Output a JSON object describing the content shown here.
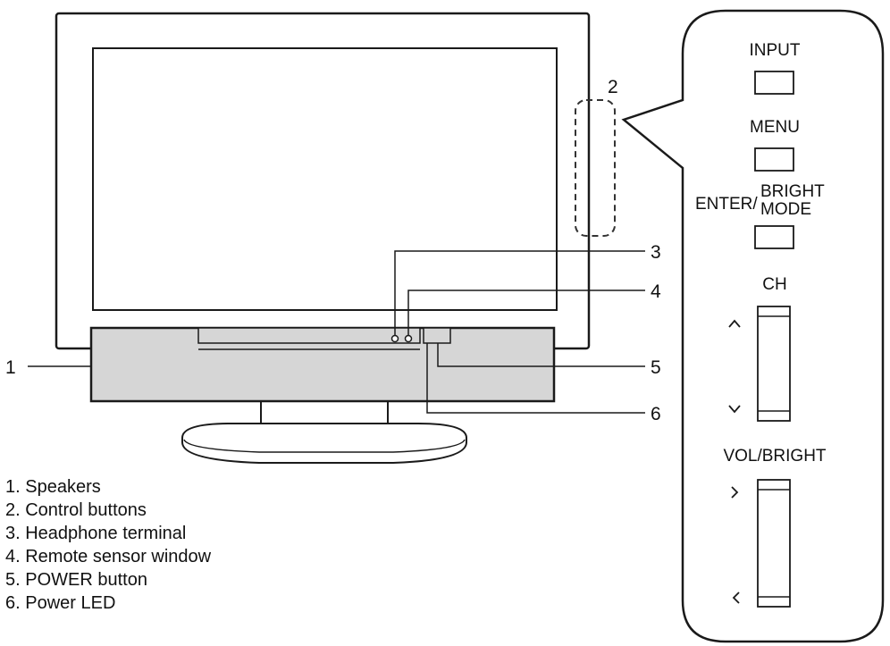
{
  "callouts": {
    "c1": "1",
    "c2": "2",
    "c3": "3",
    "c4": "4",
    "c5": "5",
    "c6": "6"
  },
  "panel": {
    "input": "INPUT",
    "menu": "MENU",
    "enter": "ENTER/",
    "bright_top": "BRIGHT",
    "bright_mode": "MODE",
    "ch": "CH",
    "ch_up": "^",
    "ch_down": "v",
    "vol": "VOL/BRIGHT",
    "vol_up": ">",
    "vol_down": "<"
  },
  "legend": {
    "item1": "1. Speakers",
    "item2": "2. Control buttons",
    "item3": "3. Headphone terminal",
    "item4": "4. Remote sensor window",
    "item5": "5. POWER button",
    "item6": "6. Power LED"
  },
  "colors": {
    "speaker_fill": "#d6d6d6",
    "stroke": "#1a1a1a"
  }
}
